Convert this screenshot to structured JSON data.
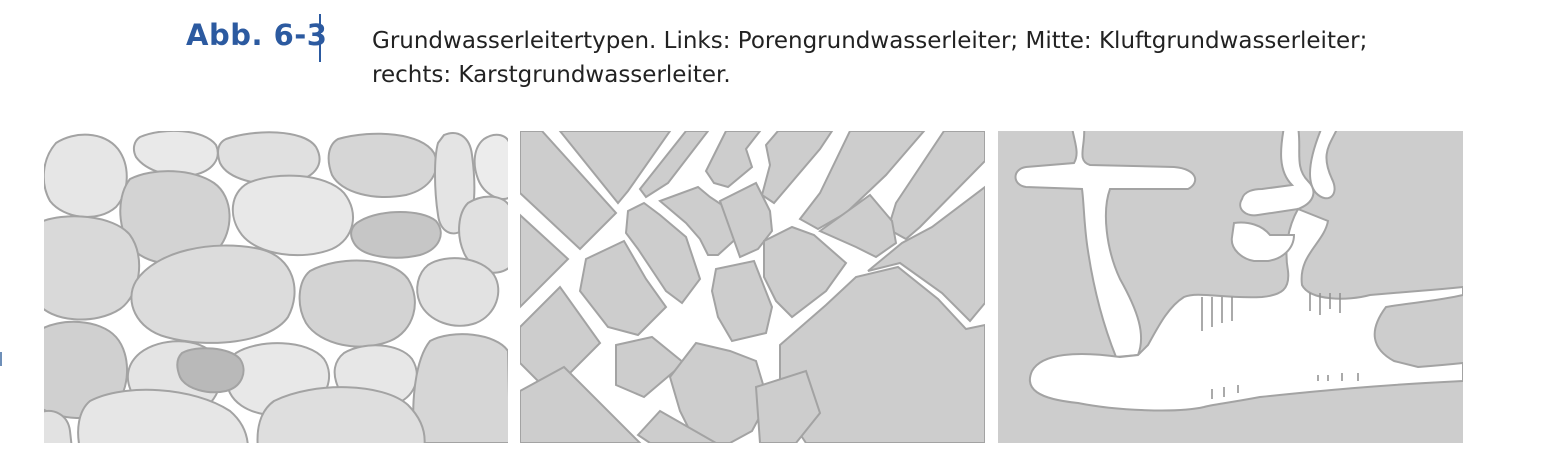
{
  "figure": {
    "label": "Abb. 6-3",
    "caption_line1": "Grundwasserleitertypen. Links: Porengrundwasserleiter; Mitte: Kluftgrundwasserleiter;",
    "caption_line2": "rechts: Karstgrundwasserleiter."
  },
  "colors": {
    "accent": "#2c5aa0",
    "rock": "#cdcdcd",
    "void": "#ffffff",
    "outline": "#a3a3a3"
  }
}
